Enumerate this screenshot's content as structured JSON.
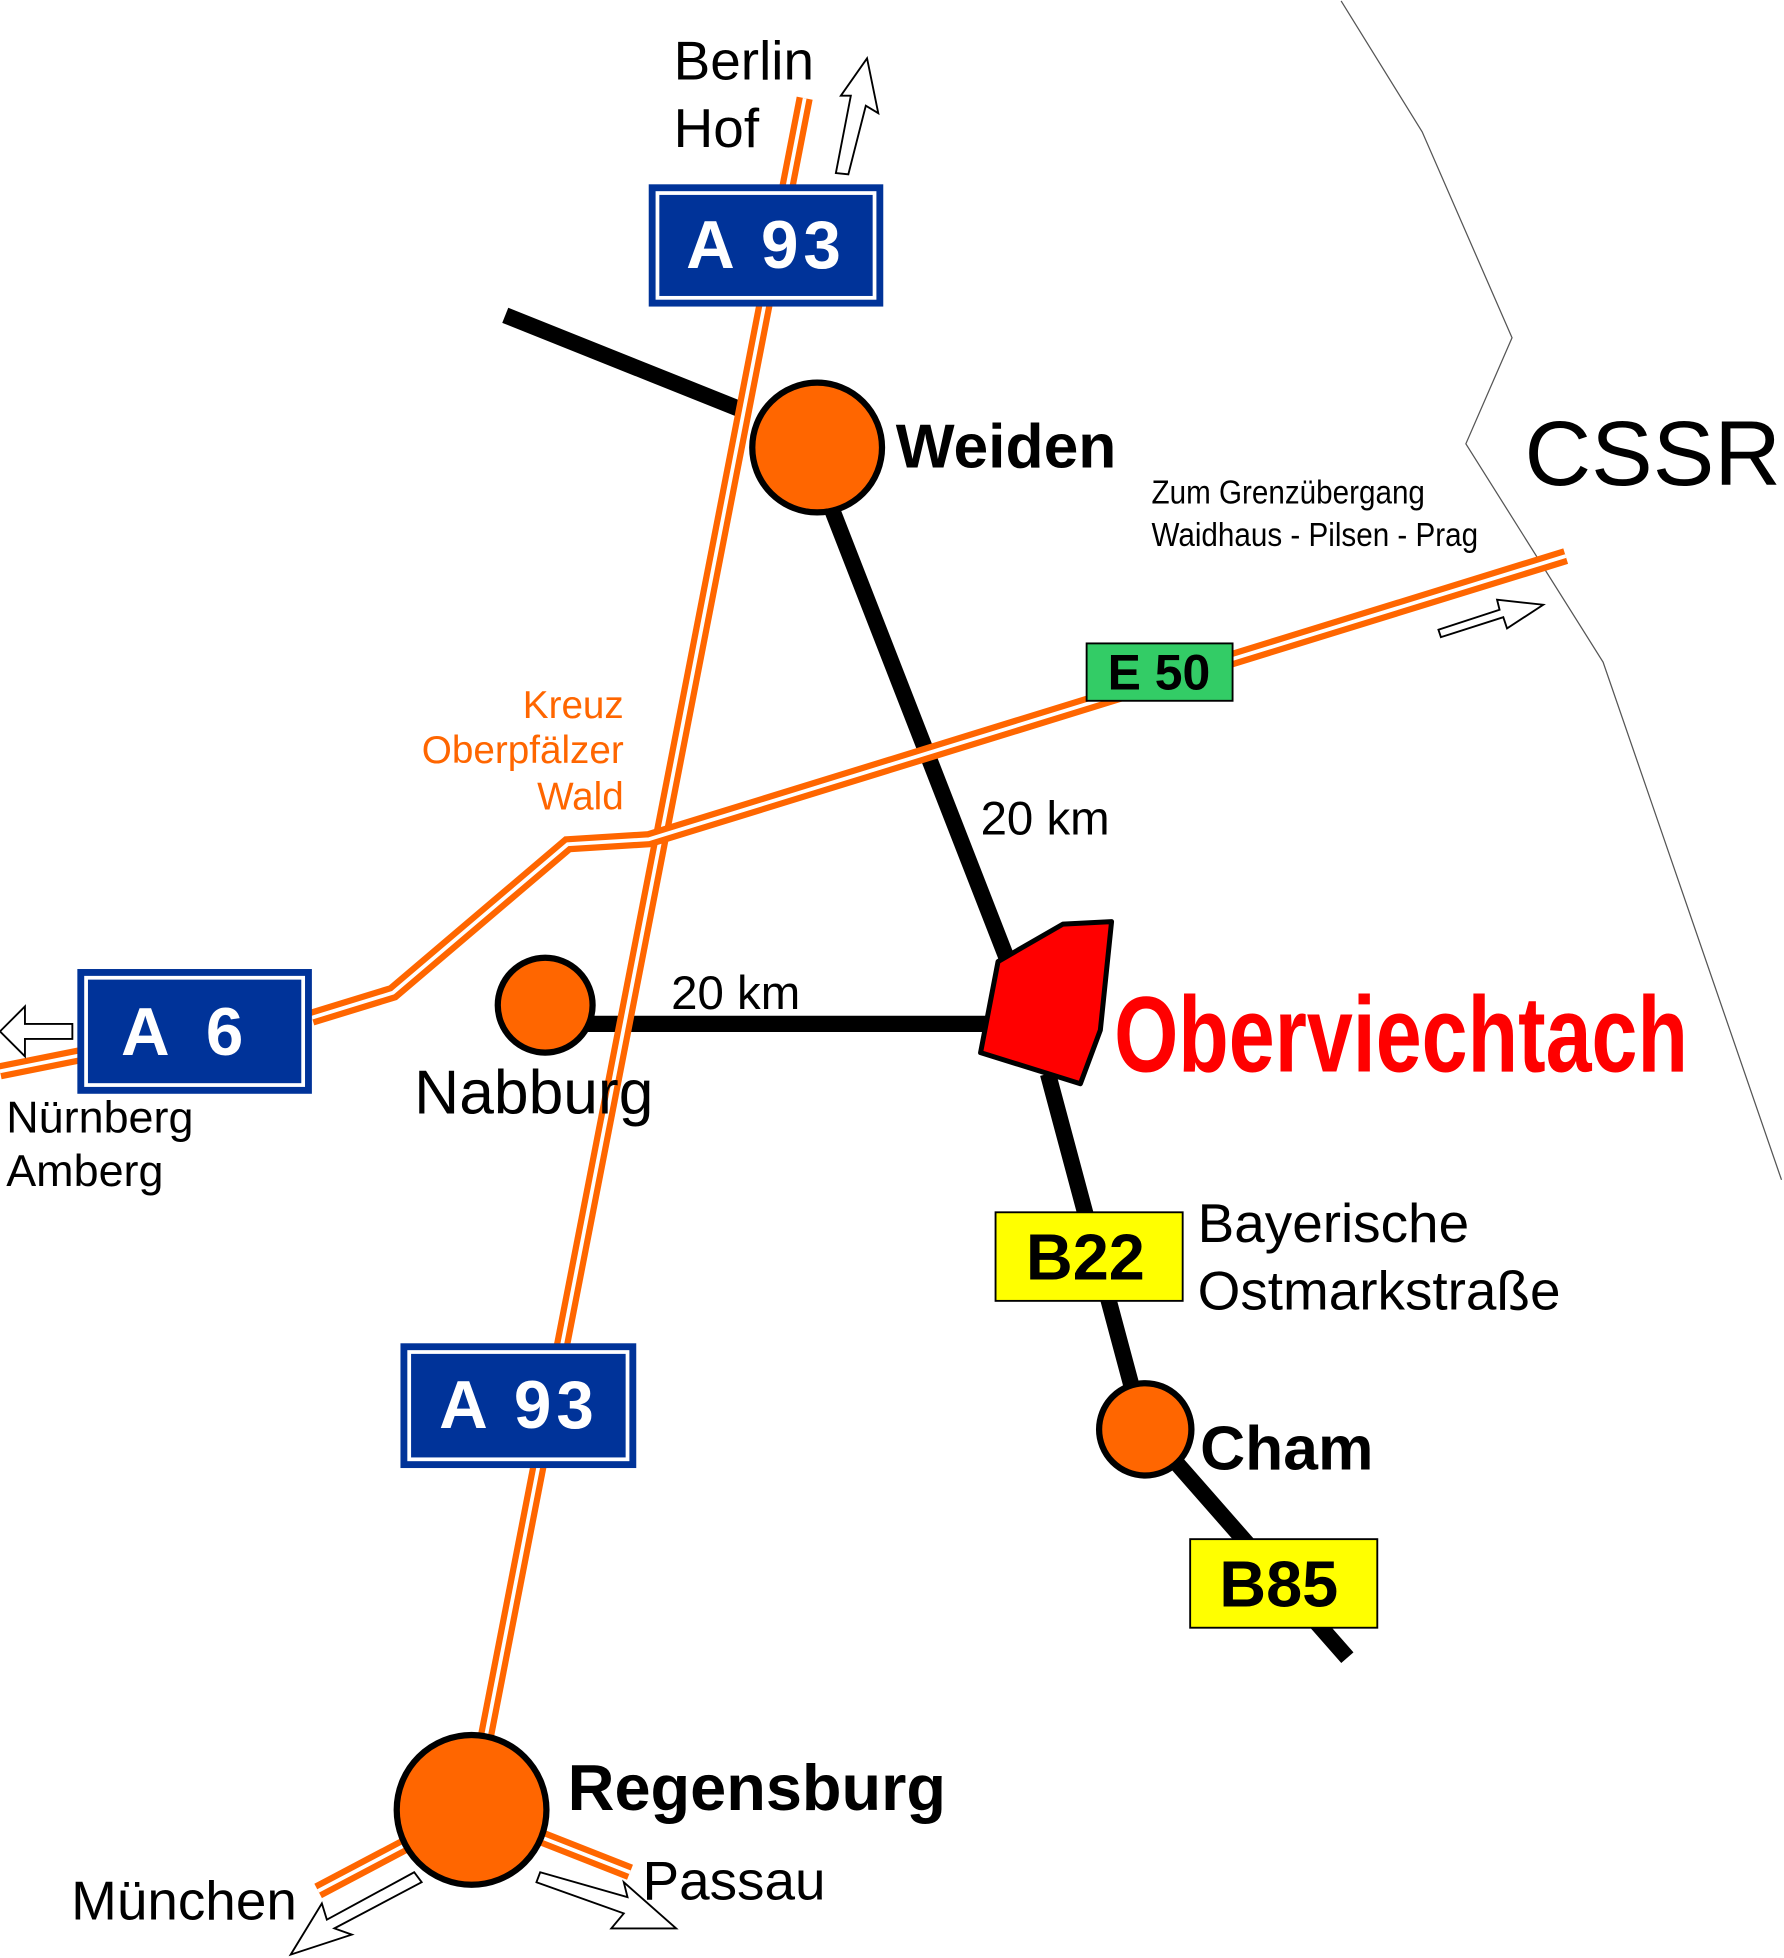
{
  "map": {
    "country_label": "CSSR",
    "destinations": {
      "north": [
        "Berlin",
        "Hof"
      ],
      "west": [
        "Nürnberg",
        "Amberg"
      ],
      "border_crossing": [
        "Zum Grenzübergang",
        "Waidhaus - Pilsen - Prag"
      ],
      "southwest": "München",
      "southeast": "Passau"
    },
    "interchange": [
      "Kreuz",
      "Oberpfälzer",
      "Wald"
    ],
    "towns": {
      "weiden": "Weiden",
      "nabburg": "Nabburg",
      "oberviechtach": "Oberviechtach",
      "cham": "Cham",
      "regensburg": "Regensburg"
    },
    "distances": {
      "weiden_oberviechtach": "20 km",
      "nabburg_oberviechtach": "20 km"
    },
    "road_signs": {
      "a93_north": "A 93",
      "a93_south": "A 93",
      "a6": "A 6",
      "e50": "E 50",
      "b22": "B22",
      "b85": "B85"
    },
    "b22_name": [
      "Bayerische",
      "Ostmarkstraße"
    ],
    "colors": {
      "motorway": "#ff6600",
      "sign_blue": "#003399",
      "sign_green": "#33cc66",
      "sign_yellow": "#ffff00",
      "highlight": "#ff0000"
    }
  }
}
